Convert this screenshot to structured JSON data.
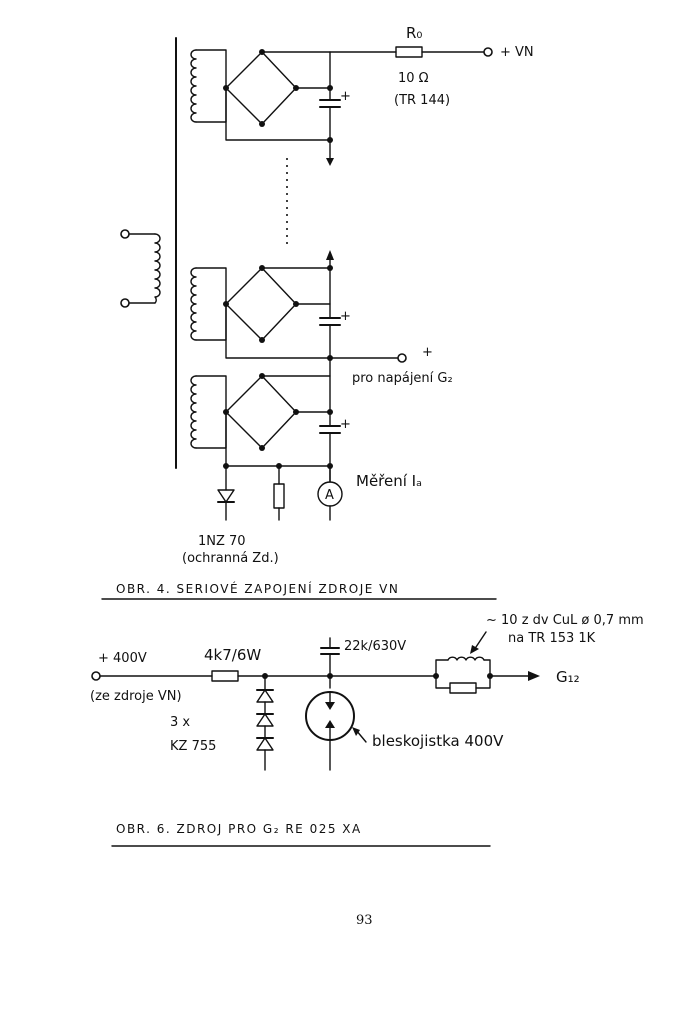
{
  "figure4": {
    "r0_label": "R₀",
    "r0_value": "10 Ω",
    "r0_type": "(TR 144)",
    "out_vn": "+ VN",
    "g2_tap_plus": "+",
    "g2_tap_label": "pro napájení G₂",
    "meter_label": "Měření Iₐ",
    "ammeter_symbol": "A",
    "diode_label": "1NZ 70",
    "diode_note": "(ochranná Zd.)",
    "cap_plus": "+",
    "caption": "OBR. 4.    SERIOVÉ ZAPOJENÍ ZDROJE VN"
  },
  "figure6": {
    "input_label": "+ 400V",
    "input_note": "(ze zdroje VN)",
    "resistor_label": "4k7/6W",
    "zener_count": "3 x",
    "zener_type": "KZ 755",
    "cap_label": "22k/630V",
    "coil_note": "~ 10 z dv CuL ø 0,7 mm",
    "coil_note2": "na TR 153  1K",
    "output_label": "G₁₂",
    "tube_label": "bleskojistka 400V",
    "caption": "OBR. 6.     ZDROJ PRO G₂   RE 025 XA"
  },
  "page_number": "93"
}
